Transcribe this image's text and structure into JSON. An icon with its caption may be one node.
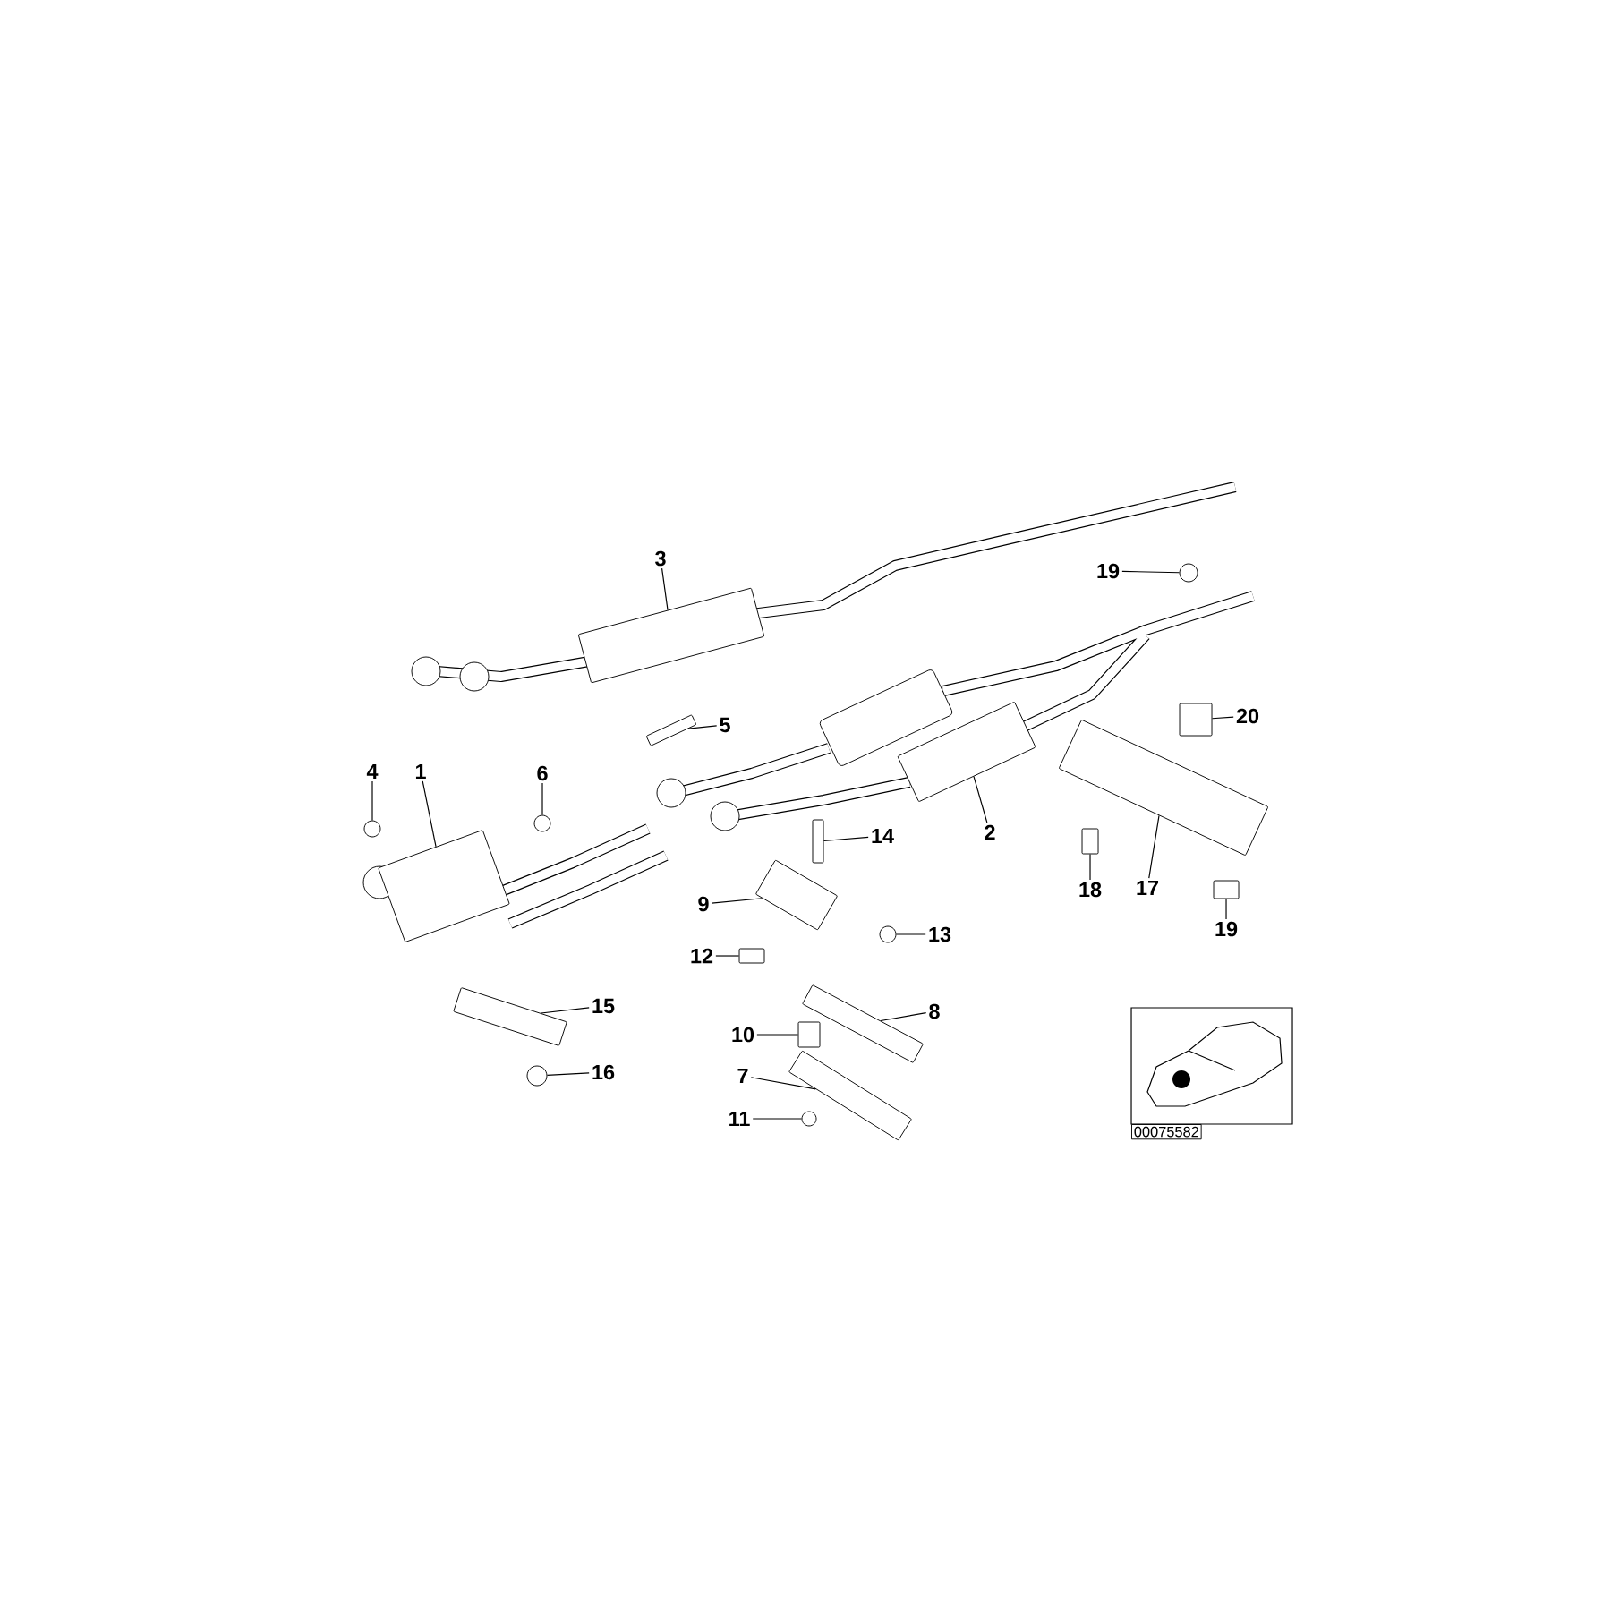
{
  "diagram": {
    "nodes": [
      {
        "text": [
          "3"
        ]
      },
      {
        "text": [
          "19"
        ]
      },
      {
        "text": [
          "5"
        ]
      },
      {
        "text": [
          "20"
        ]
      },
      {
        "text": [
          "4"
        ]
      },
      {
        "text": [
          "1"
        ]
      },
      {
        "text": [
          "6"
        ]
      },
      {
        "text": [
          "2"
        ]
      },
      {
        "text": [
          "14"
        ]
      },
      {
        "text": [
          "18"
        ]
      },
      {
        "text": [
          "17"
        ]
      },
      {
        "text": [
          "9"
        ]
      },
      {
        "text": [
          "19"
        ]
      },
      {
        "text": [
          "13"
        ]
      },
      {
        "text": [
          "12"
        ]
      },
      {
        "text": [
          "15"
        ]
      },
      {
        "text": [
          "8"
        ]
      },
      {
        "text": [
          "10"
        ]
      },
      {
        "text": [
          "7"
        ]
      },
      {
        "text": [
          "16"
        ]
      },
      {
        "text": [
          "11"
        ]
      },
      {
        "text": [],
        "shape": "box"
      },
      {
        "text": [],
        "shape": "circle"
      },
      {
        "text": [],
        "shape": "box"
      },
      {
        "text": [],
        "shape": "box"
      },
      {
        "text": [],
        "shape": "circle"
      },
      {
        "text": [],
        "shape": "box"
      },
      {
        "text": [],
        "shape": "circle"
      },
      {
        "text": [],
        "shape": "box"
      },
      {
        "text": [],
        "shape": "box"
      },
      {
        "text": [],
        "shape": "box"
      },
      {
        "text": [],
        "shape": "box"
      },
      {
        "text": [],
        "shape": "box"
      },
      {
        "text": [],
        "shape": "box"
      },
      {
        "text": [],
        "shape": "circle"
      },
      {
        "text": [],
        "shape": "box"
      },
      {
        "text": [],
        "shape": "box"
      },
      {
        "text": [],
        "shape": "box"
      },
      {
        "text": [],
        "shape": "box"
      },
      {
        "text": [],
        "shape": "box"
      },
      {
        "text": [],
        "shape": "circle"
      },
      {
        "text": [],
        "shape": "circle"
      }
    ],
    "edges": [
      {
        "from": 0,
        "to": 21,
        "arrow": "none"
      },
      {
        "from": 1,
        "to": 22,
        "arrow": "none"
      },
      {
        "from": 2,
        "to": 23,
        "arrow": "none"
      },
      {
        "from": 3,
        "to": 24,
        "arrow": "none"
      },
      {
        "from": 4,
        "to": 25,
        "arrow": "none"
      },
      {
        "from": 5,
        "to": 26,
        "arrow": "none"
      },
      {
        "from": 6,
        "to": 27,
        "arrow": "none"
      },
      {
        "from": 7,
        "to": 28,
        "arrow": "none"
      },
      {
        "from": 8,
        "to": 29,
        "arrow": "none"
      },
      {
        "from": 9,
        "to": 30,
        "arrow": "none"
      },
      {
        "from": 10,
        "to": 31,
        "arrow": "none"
      },
      {
        "from": 11,
        "to": 32,
        "arrow": "none"
      },
      {
        "from": 12,
        "to": 33,
        "arrow": "none"
      },
      {
        "from": 13,
        "to": 34,
        "arrow": "none"
      },
      {
        "from": 14,
        "to": 35,
        "arrow": "none"
      },
      {
        "from": 15,
        "to": 36,
        "arrow": "none"
      },
      {
        "from": 16,
        "to": 37,
        "arrow": "none"
      },
      {
        "from": 17,
        "to": 38,
        "arrow": "none"
      },
      {
        "from": 18,
        "to": 39,
        "arrow": "none"
      },
      {
        "from": 19,
        "to": 40,
        "arrow": "none"
      },
      {
        "from": 20,
        "to": 41,
        "arrow": "none"
      }
    ],
    "labels": [
      "00075582"
    ]
  }
}
